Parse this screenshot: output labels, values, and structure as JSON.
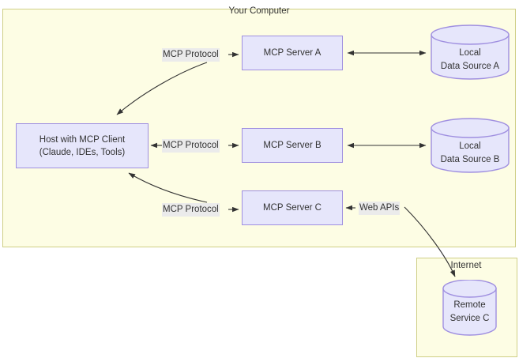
{
  "diagram": {
    "title_visible": false,
    "colors": {
      "container_fill": "#fdfde4",
      "container_border": "#cfcf86",
      "node_fill": "#e6e6fb",
      "node_border": "#9f8fe0",
      "label_bg": "#ebebeb",
      "text": "#333333",
      "edge": "#333333"
    }
  },
  "containers": [
    {
      "id": "your-computer",
      "label": "Your Computer"
    },
    {
      "id": "internet",
      "label": "Internet"
    }
  ],
  "nodes": [
    {
      "id": "host",
      "lines": [
        "Host with MCP Client",
        "(Claude, IDEs, Tools)"
      ],
      "shape": "rect"
    },
    {
      "id": "server-a",
      "lines": [
        "MCP Server A"
      ],
      "shape": "rect"
    },
    {
      "id": "server-b",
      "lines": [
        "MCP Server B"
      ],
      "shape": "rect"
    },
    {
      "id": "server-c",
      "lines": [
        "MCP Server C"
      ],
      "shape": "rect"
    },
    {
      "id": "local-a",
      "lines": [
        "Local",
        "Data Source A"
      ],
      "shape": "cylinder"
    },
    {
      "id": "local-b",
      "lines": [
        "Local",
        "Data Source B"
      ],
      "shape": "cylinder"
    },
    {
      "id": "remote-c",
      "lines": [
        "Remote",
        "Service C"
      ],
      "shape": "cylinder"
    }
  ],
  "edges": [
    {
      "id": "host-server-a",
      "label": "MCP Protocol",
      "from": "host",
      "to": "server-a",
      "direction": "both"
    },
    {
      "id": "host-server-b",
      "label": "MCP Protocol",
      "from": "host",
      "to": "server-b",
      "direction": "both"
    },
    {
      "id": "host-server-c",
      "label": "MCP Protocol",
      "from": "host",
      "to": "server-c",
      "direction": "both"
    },
    {
      "id": "server-a-local-a",
      "label": "",
      "from": "server-a",
      "to": "local-a",
      "direction": "both"
    },
    {
      "id": "server-b-local-b",
      "label": "",
      "from": "server-b",
      "to": "local-b",
      "direction": "both"
    },
    {
      "id": "server-c-remote-c",
      "label": "Web APIs",
      "from": "server-c",
      "to": "remote-c",
      "direction": "both"
    }
  ],
  "labels": {
    "host_line1": "Host with MCP Client",
    "host_line2": "(Claude, IDEs, Tools)",
    "server_a": "MCP Server A",
    "server_b": "MCP Server B",
    "server_c": "MCP Server C",
    "local_a_line1": "Local",
    "local_a_line2": "Data Source A",
    "local_b_line1": "Local",
    "local_b_line2": "Data Source B",
    "remote_c_line1": "Remote",
    "remote_c_line2": "Service C",
    "your_computer": "Your Computer",
    "internet": "Internet",
    "mcp_protocol_a": "MCP Protocol",
    "mcp_protocol_b": "MCP Protocol",
    "mcp_protocol_c": "MCP Protocol",
    "web_apis": "Web APIs"
  }
}
